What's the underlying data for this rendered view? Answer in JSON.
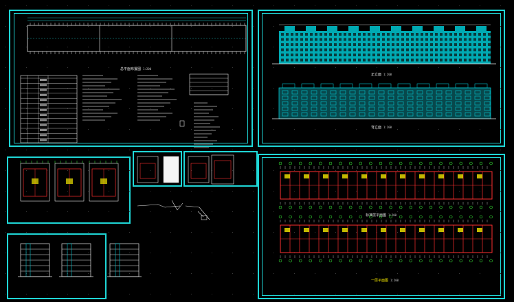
{
  "app": {
    "title": ""
  },
  "sheets": {
    "site_plan": {
      "caption": "总平面布置图",
      "scale": "1:200"
    },
    "elevations": {
      "caption_front": "正立面",
      "caption_back": "背立面",
      "scale": "1:200"
    },
    "unit_plans": {
      "caption": ""
    },
    "detail_a": {
      "caption": ""
    },
    "detail_b": {
      "caption": ""
    },
    "sections": {
      "caption": ""
    },
    "floor_plans": {
      "caption_top": "标准层平面图",
      "caption_bottom": "一层平面图",
      "scale": "1:200"
    }
  },
  "colors": {
    "frame": "#1fd7d7",
    "line": "#e8e8e8",
    "accent": "#f2e600",
    "facade": "#00c8d2",
    "wall": "#ff3030"
  }
}
